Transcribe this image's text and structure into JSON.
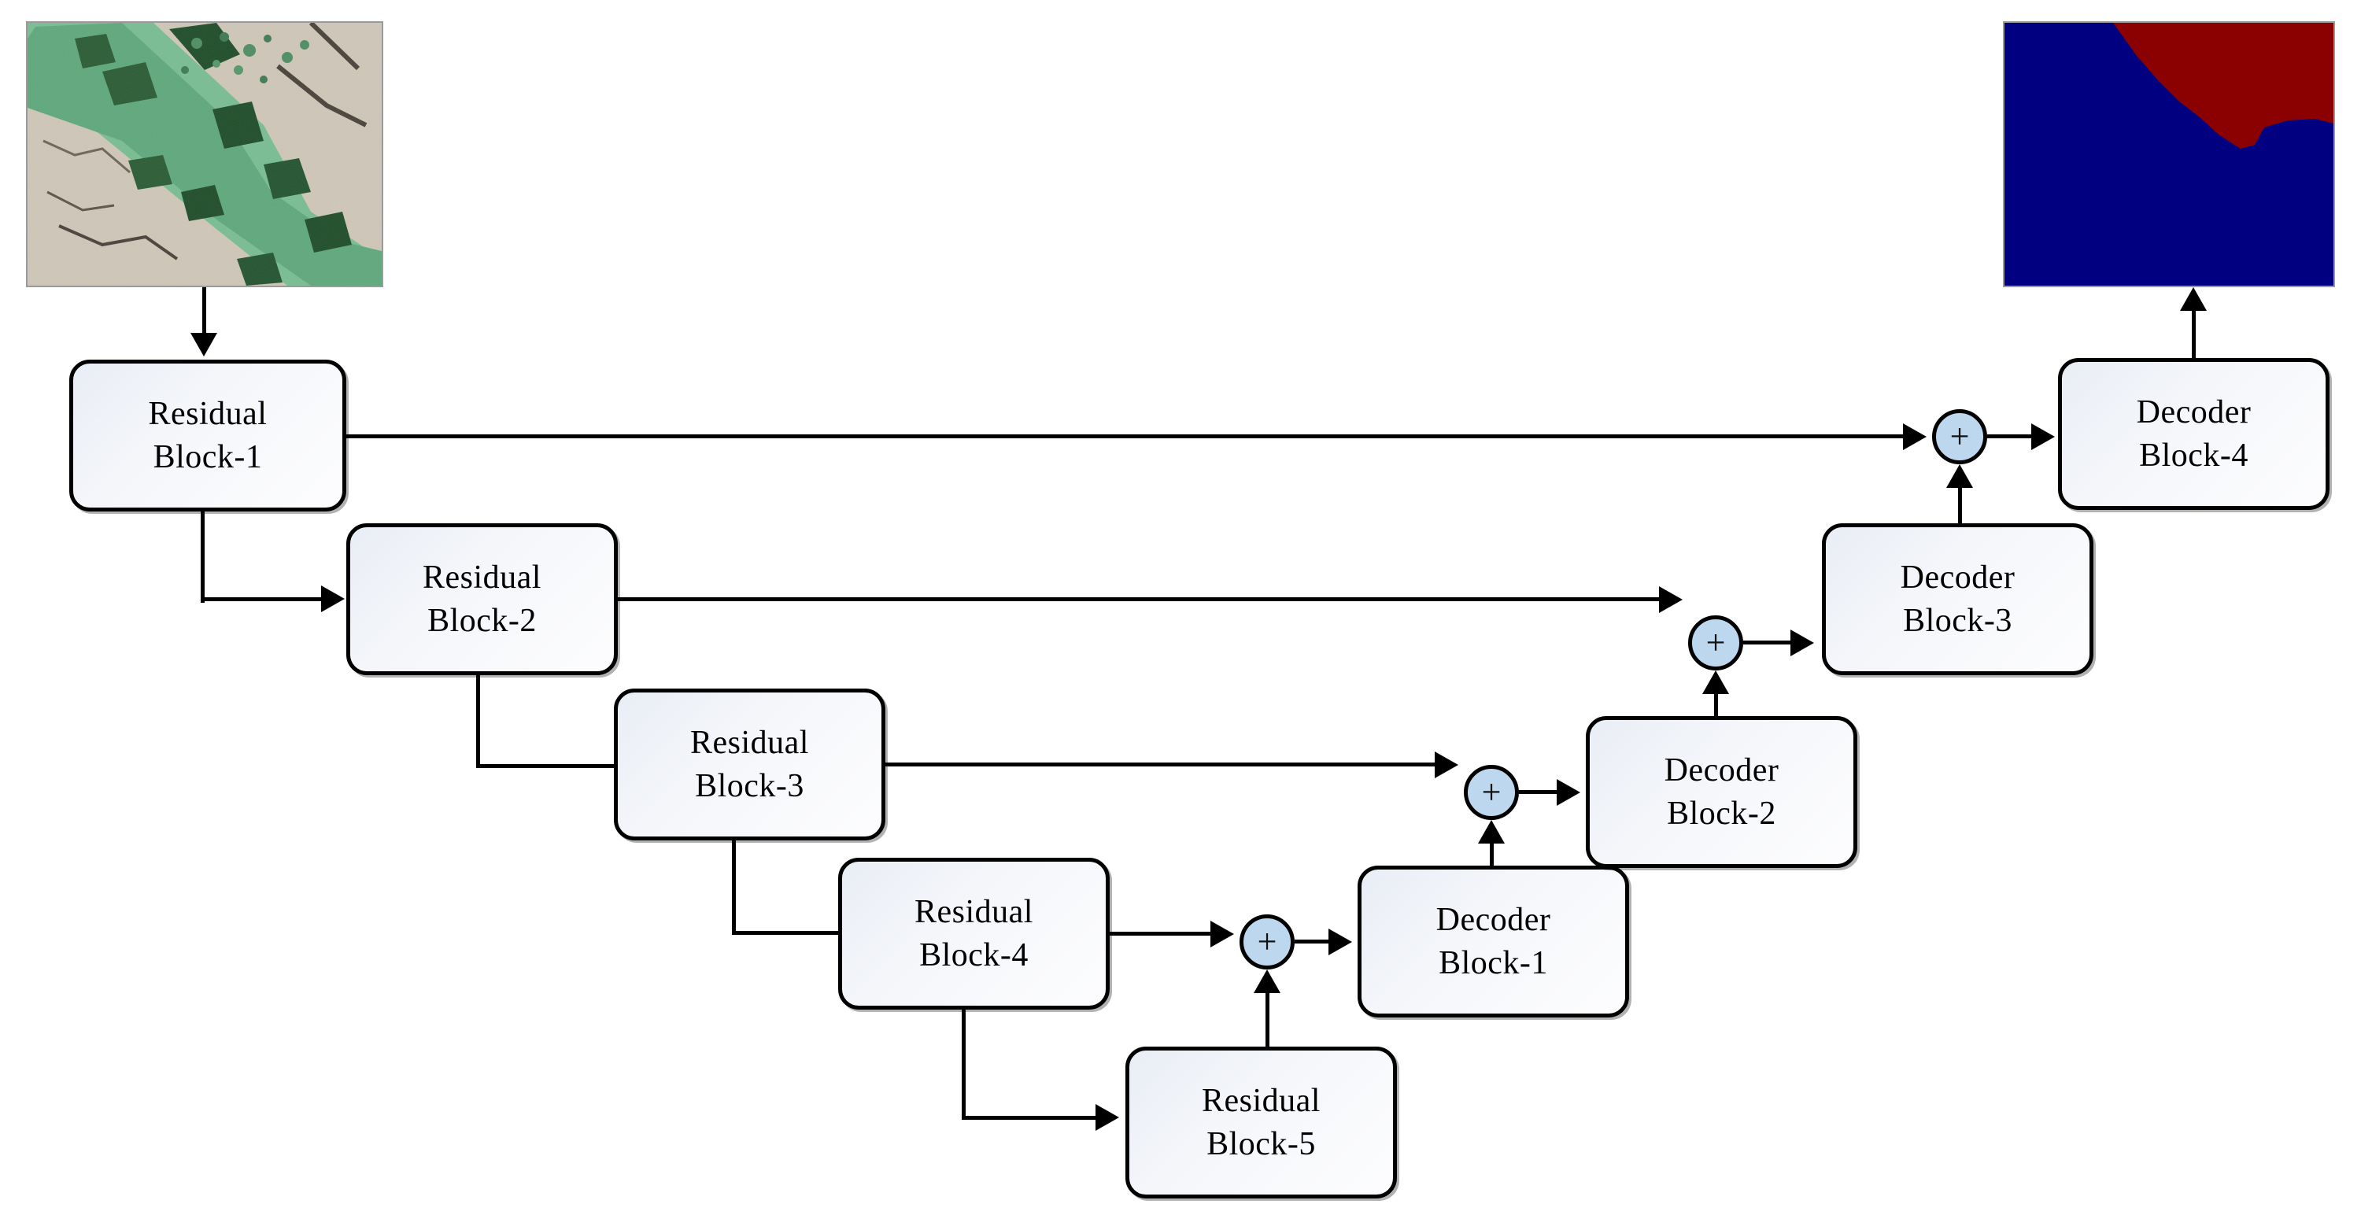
{
  "figure": {
    "kind": "neural-network-architecture-diagram",
    "description": "Residual U-Net style encoder-decoder segmentation network"
  },
  "images": {
    "input": {
      "name": "input-aerial-vegetation-image",
      "colors": {
        "soil": "#cfc7b8",
        "vegetation_light": "#6fb98a",
        "vegetation_dark": "#1f4d2a"
      }
    },
    "output": {
      "name": "output-segmentation-mask",
      "colors": {
        "background_class": "#000080",
        "foreground_class": "#8b0000"
      },
      "classes": [
        "background",
        "vegetation"
      ]
    }
  },
  "encoder": {
    "label": "Residual",
    "blocks": [
      {
        "id": "residual-block-1",
        "line1": "Residual",
        "line2": "Block-1",
        "text": "Residual\nBlock-1"
      },
      {
        "id": "residual-block-2",
        "line1": "Residual",
        "line2": "Block-2",
        "text": "Residual\nBlock-2"
      },
      {
        "id": "residual-block-3",
        "line1": "Residual",
        "line2": "Block-3",
        "text": "Residual\nBlock-3"
      },
      {
        "id": "residual-block-4",
        "line1": "Residual",
        "line2": "Block-4",
        "text": "Residual\nBlock-4"
      },
      {
        "id": "residual-block-5",
        "line1": "Residual",
        "line2": "Block-5",
        "text": "Residual\nBlock-5"
      }
    ]
  },
  "decoder": {
    "label": "Decoder",
    "blocks": [
      {
        "id": "decoder-block-1",
        "line1": "Decoder",
        "line2": "Block-1",
        "text": "Decoder\nBlock-1"
      },
      {
        "id": "decoder-block-2",
        "line1": "Decoder",
        "line2": "Block-2",
        "text": "Decoder\nBlock-2"
      },
      {
        "id": "decoder-block-3",
        "line1": "Decoder",
        "line2": "Block-3",
        "text": "Decoder\nBlock-3"
      },
      {
        "id": "decoder-block-4",
        "line1": "Decoder",
        "line2": "Block-4",
        "text": "Decoder\nBlock-4"
      }
    ]
  },
  "merge_nodes": [
    {
      "id": "add-node-1",
      "symbol": "+",
      "operation": "add",
      "inputs": [
        "residual-block-4",
        "residual-block-5"
      ],
      "output": "decoder-block-1"
    },
    {
      "id": "add-node-2",
      "symbol": "+",
      "operation": "add",
      "inputs": [
        "residual-block-3",
        "decoder-block-1"
      ],
      "output": "decoder-block-2"
    },
    {
      "id": "add-node-3",
      "symbol": "+",
      "operation": "add",
      "inputs": [
        "residual-block-2",
        "decoder-block-2"
      ],
      "output": "decoder-block-3"
    },
    {
      "id": "add-node-4",
      "symbol": "+",
      "operation": "add",
      "inputs": [
        "residual-block-1",
        "decoder-block-3"
      ],
      "output": "decoder-block-4"
    }
  ],
  "colors": {
    "block_border": "#000000",
    "block_fill": "#f4f6fa",
    "merge_node_fill": "#bdd7ee",
    "connector": "#000000",
    "canvas": "#ffffff"
  }
}
